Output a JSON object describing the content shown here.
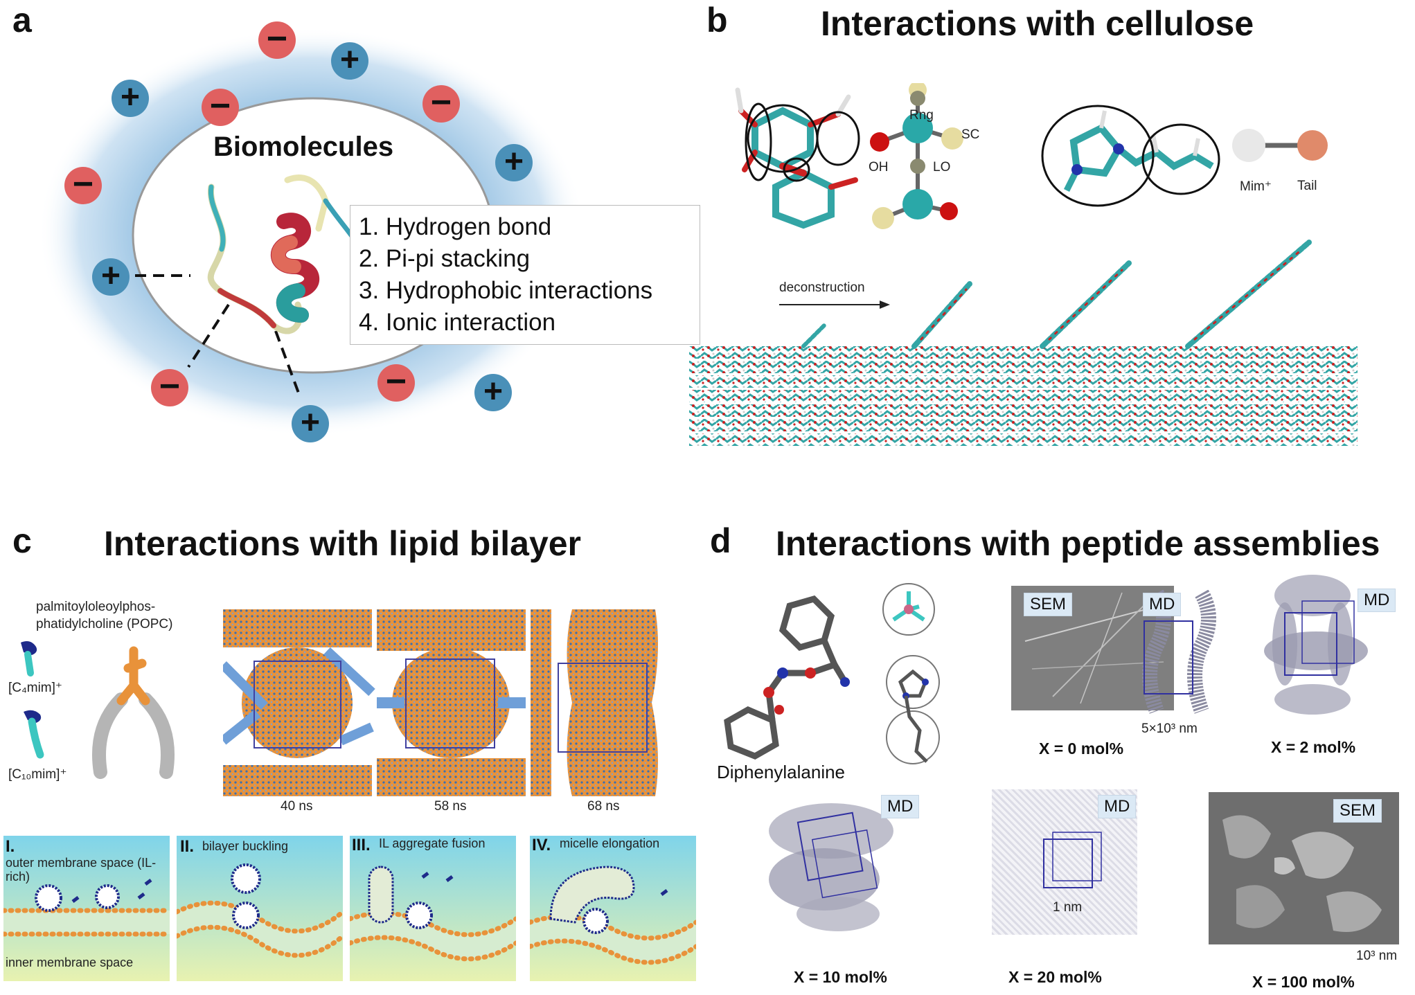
{
  "panel_a": {
    "label": "a",
    "center_title": "Biomolecules",
    "interactions": [
      "1. Hydrogen bond",
      "2. Pi-pi stacking",
      "3. Hydrophobic interactions",
      "4. Ionic interaction"
    ],
    "plus_symbol": "+",
    "minus_symbol": "−"
  },
  "panel_b": {
    "label": "b",
    "title": "Interactions with cellulose",
    "cg_labels": {
      "rng": "Rng",
      "sc": "SC",
      "oh": "OH",
      "lo": "LO",
      "mim": "Mim⁺",
      "tail": "Tail"
    },
    "arrow_label": "deconstruction"
  },
  "panel_c": {
    "label": "c",
    "title": "Interactions with lipid bilayer",
    "popc_label": "palmitoyloleoylphos-phatidylcholine (POPC)",
    "c4_label": "[C₄mim]⁺",
    "c10_label": "[C₁₀mim]⁺",
    "times": [
      "40 ns",
      "58 ns",
      "68 ns"
    ],
    "stages": [
      {
        "numeral": "I.",
        "text": "outer membrane space (IL-rich)"
      },
      {
        "numeral": "II.",
        "text": "bilayer buckling"
      },
      {
        "numeral": "III.",
        "text": "IL aggregate fusion"
      },
      {
        "numeral": "IV.",
        "text": "micelle elongation"
      }
    ],
    "inner_label": "inner membrane space"
  },
  "panel_d": {
    "label": "d",
    "title": "Interactions with peptide assemblies",
    "molecule_label": "Diphenylalanine",
    "tags": {
      "sem": "SEM",
      "md": "MD"
    },
    "scales": {
      "s1": "5×10³ nm",
      "s2": "1 nm",
      "s3": "10³ nm"
    },
    "captions": [
      "X = 0 mol%",
      "X = 2 mol%",
      "X = 10 mol%",
      "X = 20 mol%",
      "X = 100 mol%"
    ]
  },
  "colors": {
    "cation": "#4a90b8",
    "anion": "#e06060",
    "halo": "#bcd9ef",
    "lipid_orange": "#e8923a",
    "lipid_blue": "#3b6fb0",
    "carbon_teal": "#33a5a5",
    "oxygen_red": "#cc2222"
  }
}
